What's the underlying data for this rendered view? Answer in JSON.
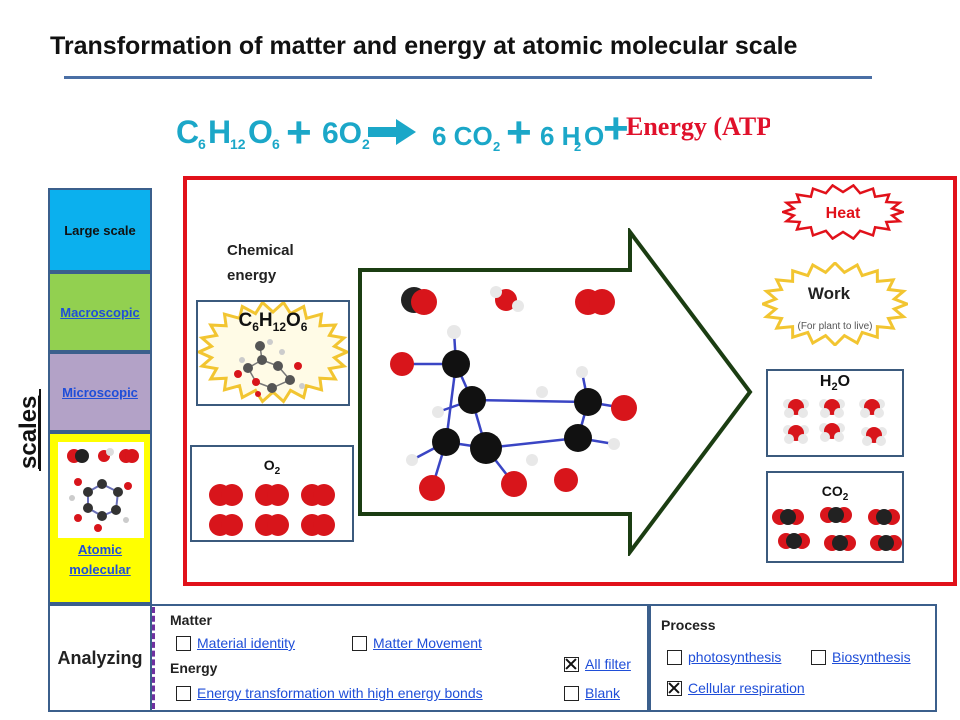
{
  "title": "Transformation of matter and energy at atomic molecular scale",
  "equation": {
    "glucose": "C",
    "glucose_sub1": "6",
    "glucose_h": "H",
    "glucose_sub2": "12",
    "glucose_o": "O",
    "glucose_sub3": "6",
    "plus1": "+",
    "oxygen": "6O",
    "oxygen_sub": "2",
    "co2": "6 CO",
    "co2_sub": "2",
    "plus2": "+",
    "h2o": "6 H",
    "h2o_sub": "2",
    "h2o_o": "O",
    "plus3": "+",
    "energy": "Energy (ATP)",
    "colors": {
      "reactant": "#1ba7c8",
      "energy": "#e0112b",
      "arrow": "#1ba7c8"
    }
  },
  "scales": {
    "label": "scales",
    "items": [
      {
        "label": "Large scale"
      },
      {
        "label": "Macroscopic"
      },
      {
        "label": "Microscopic"
      },
      {
        "label_line1": "Atomic",
        "label_line2": "molecular"
      }
    ]
  },
  "diagram": {
    "chemical_energy_line1": "Chemical",
    "chemical_energy_line2": "energy",
    "glucose": {
      "c": "C",
      "s1": "6",
      "h": "H",
      "s2": "12",
      "o": "O",
      "s3": "6"
    },
    "oxygen": {
      "o": "O",
      "s": "2"
    },
    "heat": "Heat",
    "work": "Work",
    "work_note": "(For plant to live)",
    "water": {
      "h": "H",
      "s": "2",
      "o": "O"
    },
    "carbon_dioxide": {
      "co": "CO",
      "s": "2"
    },
    "colors": {
      "frame": "#e1111a",
      "arrow_border": "#1b3d12",
      "starburst": "#f2c531",
      "oxygen_atom": "#d8151b",
      "carbon_atom": "#111111",
      "hydrogen_atom": "#e8e8e8"
    }
  },
  "analyzing": {
    "label": "Analyzing",
    "matter_title": "Matter",
    "energy_title": "Energy",
    "process_title": "Process",
    "options": {
      "material_identity": "Material identity",
      "matter_movement": "Matter Movement",
      "energy_transformation": "Energy transformation with high energy bonds",
      "all_filter": "All filter",
      "blank": "Blank",
      "photosynthesis": "photosynthesis",
      "biosynthesis": "Biosynthesis",
      "cellular_respiration": "Cellular respiration"
    }
  }
}
